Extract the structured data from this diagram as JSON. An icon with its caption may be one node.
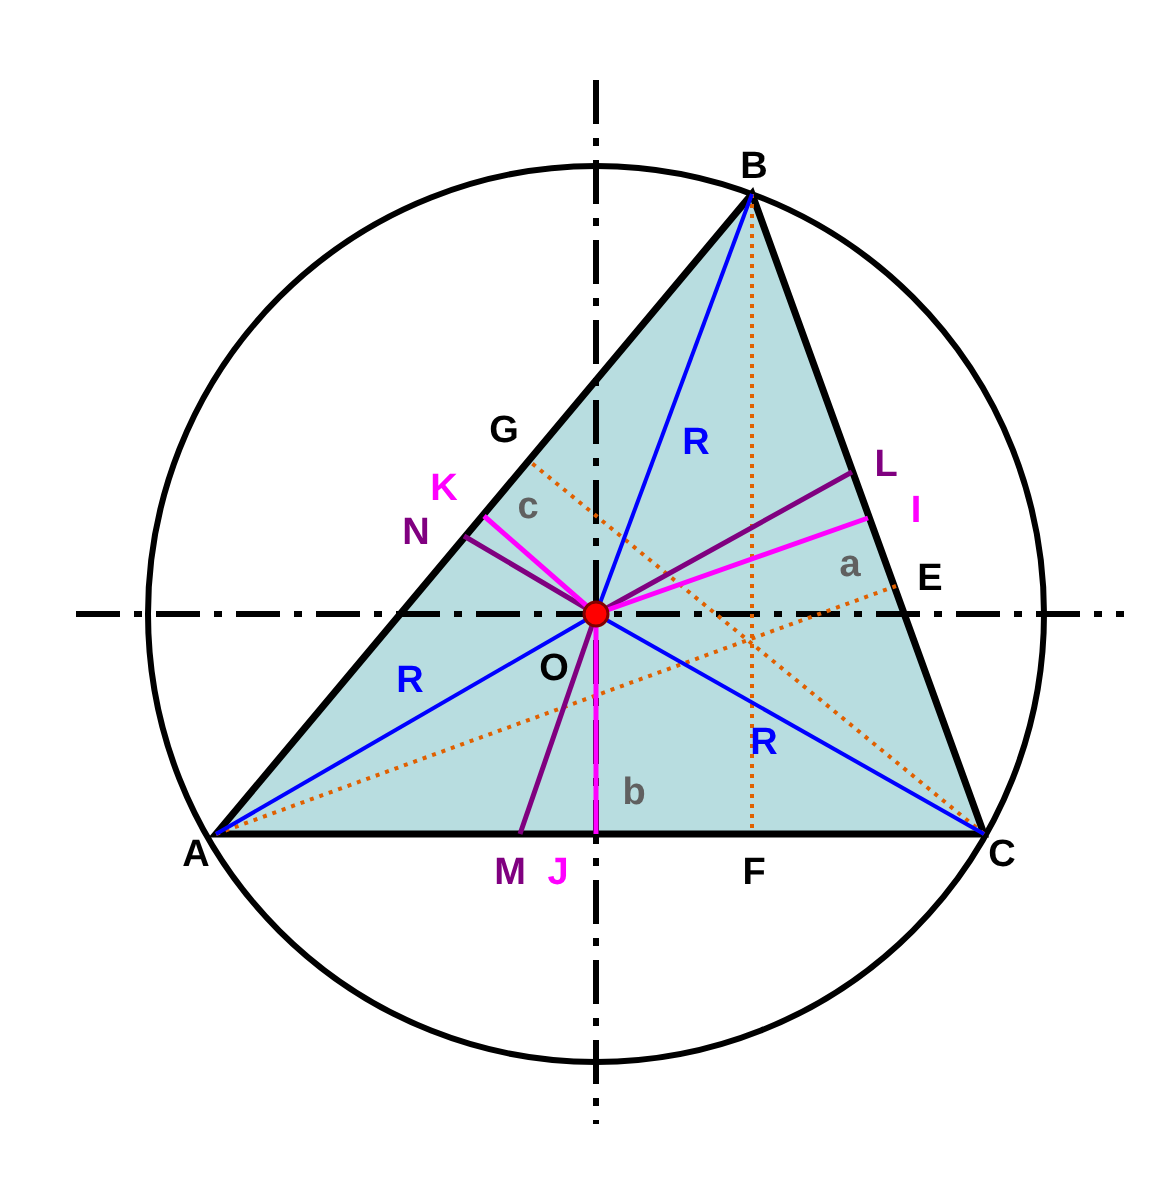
{
  "diagram": {
    "labels": [
      "B",
      "R",
      "G",
      "L",
      "K",
      "c",
      "I",
      "N",
      "a",
      "E",
      "R",
      "O",
      "R",
      "b",
      "A",
      "C",
      "M",
      "J",
      "F"
    ]
  }
}
